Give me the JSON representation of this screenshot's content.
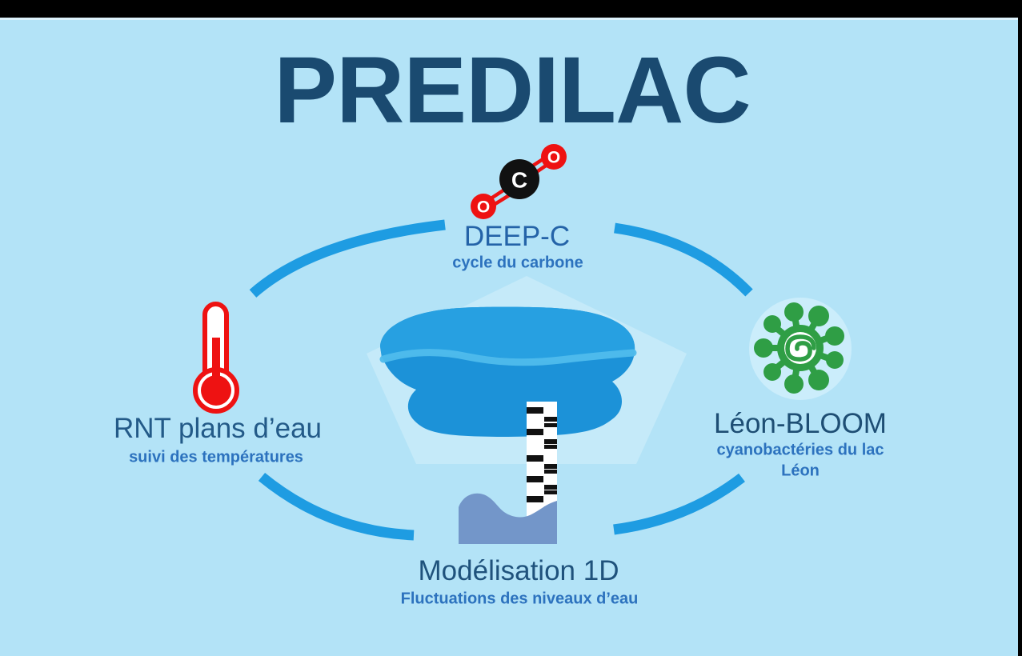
{
  "title": "PREDILAC",
  "molecule": {
    "carbon_label": "C",
    "oxygen_label": "O"
  },
  "nodes": {
    "top": {
      "label": "DEEP-C",
      "sublabel": "cycle du carbone",
      "icon": "co2-molecule-icon"
    },
    "left": {
      "label": "RNT plans d’eau",
      "sublabel": "suivi des températures",
      "icon": "thermometer-icon"
    },
    "right": {
      "label": "Léon-BLOOM",
      "sublabel_lines": [
        "cyanobactéries du lac",
        "Léon"
      ],
      "icon": "cyanobacteria-icon"
    },
    "bottom": {
      "label": "Modélisation 1D",
      "sublabel": "Fluctuations des niveaux d’eau",
      "icon": "water-level-gauge-icon"
    }
  },
  "colors": {
    "background": "#B3E3F7",
    "letterbox": "#000000",
    "title": "#1A4A70",
    "heading_top": "#2463A8",
    "heading_left": "#235A88",
    "heading_right": "#1E4E74",
    "heading_bottom": "#1F527C",
    "subtitle": "#2C72BE",
    "arc": "#1E9CE2",
    "lake": "#1C92D8",
    "lake_light_band": "#4FBCEC",
    "gauge_water": "#7396C9",
    "thermometer_red": "#EE1212",
    "microbe_green": "#2F9E45",
    "molecule_carbon": "#111111",
    "molecule_oxygen": "#EE1212"
  }
}
